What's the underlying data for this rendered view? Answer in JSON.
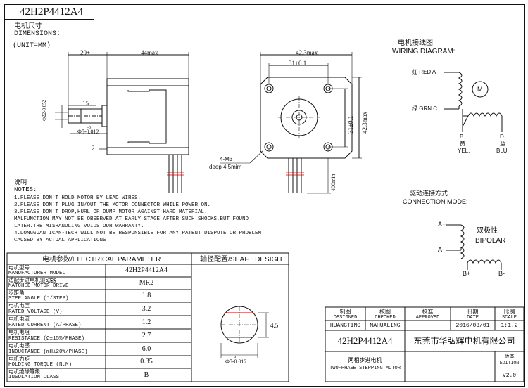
{
  "header": {
    "model": "42H2P4412A4",
    "dimensions_cn": "电机尺寸",
    "dimensions_en": "DIMENSIONS:",
    "unit": "(UNIT=MM)"
  },
  "side_view": {
    "dim_shaft_length": "20±1",
    "dim_body_length": "44max",
    "dim_flat": "15",
    "dim_shaft_dia": "Φ22-0.052",
    "dim_pilot": "Φ5-0.012",
    "dim_pilot_tol": "-0",
    "dim_boss": "2"
  },
  "front_view": {
    "dim_width": "42.3max",
    "dim_hole_spacing": "31±0.1",
    "dim_vertical_spacing": "31±0.1",
    "dim_height": "42.3max",
    "screw_label": "4-M3",
    "screw_depth": "deep 4.5mim",
    "lead_length": "400min"
  },
  "wiring": {
    "title_cn": "电机接线图",
    "title_en": "WIRING DIAGRAM:",
    "red_label": "红 RED A",
    "green_label": "绿 GRN C",
    "motor_label": "M",
    "b_label": "B",
    "d_label": "D",
    "yel_cn": "黄",
    "yel_en": "YEL.",
    "blu_cn": "蓝",
    "blu_en": "BLU"
  },
  "connection": {
    "title_cn": "驱动连接方式",
    "title_en": "CONNECTION MODE:",
    "a_plus": "A+",
    "a_minus": "A-",
    "b_plus": "B+",
    "b_minus": "B-",
    "mode_cn": "双极性",
    "mode_en": "BIPOLAR"
  },
  "notes": {
    "title_cn": "说明",
    "title_en": "NOTES:",
    "lines": [
      "1.PLEASE DON'T HOLD MOTOR BY LEAD WIRES.",
      "2.PLEASE DON'T PLUG IN/OUT THE MOTOR CONNECTOR WHILE POWER ON.",
      "3.PLEASE DON'T DROP,HURL OR DUMP MOTOR AGAINST HARD MATERIAL.",
      "  MALFUNCTION MAY NOT BE OBSERVED AT EARLY STAGE AFTER SUCH SHOCKS,BUT FOUND",
      "  LATER.THE MISHANDLING VOIDS OUR WARRANTY.",
      "4.DONGGUAN ICAN-TECH WILL NOT BE RESPONSIBLE FOR ANY PATENT DISPUTE OR PROBLEM",
      "  CAUSED BY ACTUAL APPLICATIONS"
    ]
  },
  "params": {
    "title": "电机参数/ELECTRICAL PARAMETER",
    "rows": [
      {
        "cn": "电机型号",
        "en": "MANUFACTURER MODEL",
        "value": "42H2P4412A4"
      },
      {
        "cn": "适配步进电机驱动器",
        "en": "MATCHED MOTOR DRIVE",
        "value": "MR2"
      },
      {
        "cn": "步距角",
        "en": "STEP ANGLE (°/STEP)",
        "value": "1.8"
      },
      {
        "cn": "电机电压",
        "en": "RATED VOLTAGE (V)",
        "value": "3.2"
      },
      {
        "cn": "电机电流",
        "en": "RATED CURRENT (A/PHASE)",
        "value": "1.2"
      },
      {
        "cn": "电机电阻",
        "en": "RESISTANCE (Ω±15%/PHASE)",
        "value": "2.7"
      },
      {
        "cn": "电机电感",
        "en": "INDUCTANCE (mH±20%/PHASE)",
        "value": "6.0"
      },
      {
        "cn": "电机力矩",
        "en": "HOLDING TORQUE (N.M)",
        "value": "0.35"
      },
      {
        "cn": "电机绝缘等级",
        "en": "INSULATION CLASS",
        "value": "B"
      }
    ]
  },
  "shaft": {
    "title": "轴径配置/SHAFT DESIGH",
    "flat_dim": "4.5",
    "dia_label": "Φ5-0.012",
    "dia_tol": "-0"
  },
  "title_block": {
    "designed_cn": "制图",
    "designed_en": "DESIGNED",
    "checked_cn": "校图",
    "checked_en": "CHECKED",
    "approved_cn": "校准",
    "approved_en": "APPROVED",
    "date_cn": "日期",
    "date_en": "DATE",
    "scale_cn": "比例",
    "scale_en": "SCALE",
    "designer": "HUANGTING",
    "checker": "MAHUALING",
    "date": "2016/03/01",
    "scale": "1:1.2",
    "model": "42H2P4412A4",
    "company": "东莞市华弘辉电机有限公司",
    "product_cn": "两相步进电机",
    "product_en": "TWO-PHASE STEPPING MOTOR",
    "edition_cn": "版本",
    "edition_en": "EDITION",
    "edition": "V2.0"
  }
}
